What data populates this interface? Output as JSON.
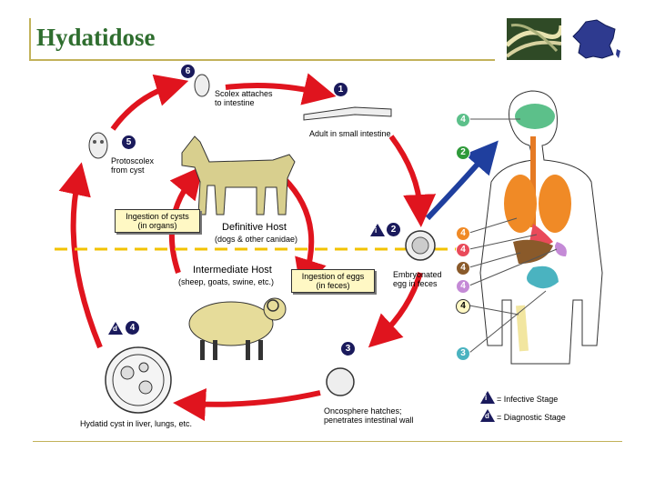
{
  "title": "Hydatidose",
  "stages": {
    "s1": "1",
    "s2": "2",
    "s3": "3",
    "s4": "4",
    "s5": "5",
    "s6": "6",
    "adult_intestine": "Adult in small intestine",
    "scolex_line1": "Scolex attaches",
    "scolex_line2": "to intestine",
    "protoscolex_line1": "Protoscolex",
    "protoscolex_line2": "from cyst",
    "embryo_line1": "Embryonated",
    "embryo_line2": "egg in feces",
    "onco_line1": "Oncosphere hatches;",
    "onco_line2": "penetrates intestinal wall",
    "hydatid_cyst": "Hydatid cyst in liver, lungs, etc.",
    "definitive_host": "Definitive Host",
    "definitive_host_sub": "(dogs & other canidae)",
    "intermediate_host": "Intermediate Host",
    "intermediate_host_sub": "(sheep, goats, swine, etc.)",
    "ingest_cysts_line1": "Ingestion of cysts",
    "ingest_cysts_line2": "(in organs)",
    "ingest_eggs_line1": "Ingestion of eggs",
    "ingest_eggs_line2": "(in feces)"
  },
  "human_labels": [
    "4",
    "2",
    "4",
    "4",
    "4",
    "4",
    "4",
    "3"
  ],
  "legend": {
    "infective_letter": "i",
    "infective_label": "= Infective Stage",
    "diagnostic_letter": "d",
    "diagnostic_label": "= Diagnostic Stage"
  },
  "colors": {
    "title": "#2f6e2f",
    "arrow_red": "#e0141e",
    "arrow_blue": "#1f3f9e",
    "divider": "#f2c200",
    "badge": "#1a1a5c"
  }
}
